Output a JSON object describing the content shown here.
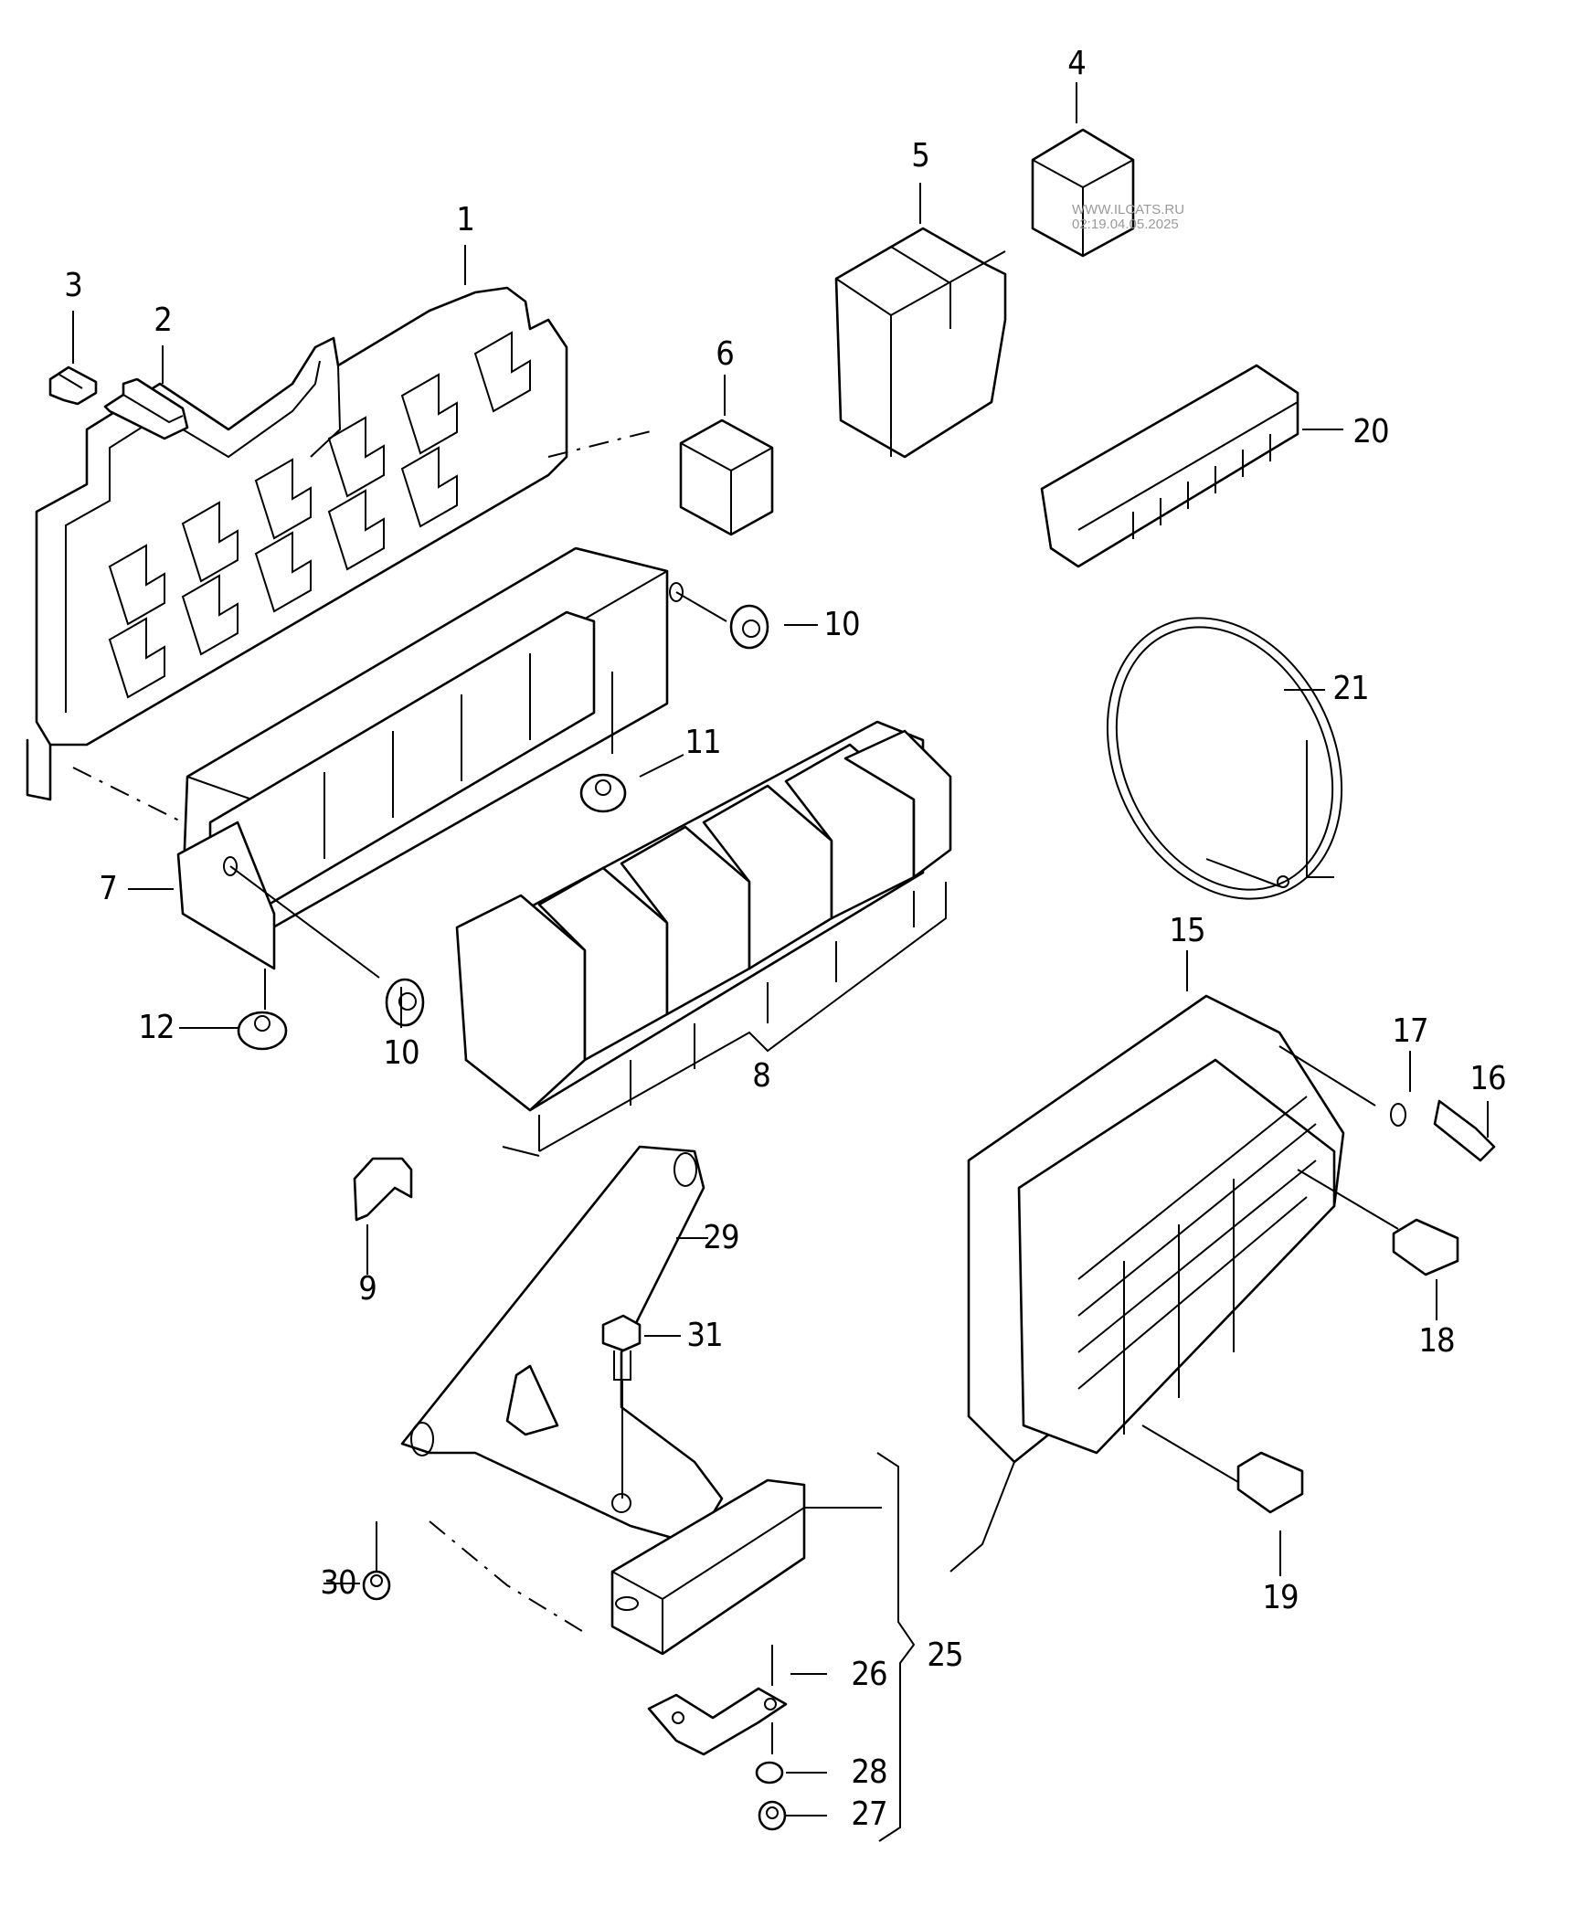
{
  "diagram": {
    "title": "Fuse/relay carrier exploded parts diagram",
    "watermark": {
      "line1": "WWW.ILCATS.RU",
      "line2": "02:19.04.05.2025"
    },
    "labels": [
      {
        "id": "1",
        "text": "1",
        "part": "relay-plate"
      },
      {
        "id": "2",
        "text": "2",
        "part": "fuse"
      },
      {
        "id": "3",
        "text": "3",
        "part": "fuse-small"
      },
      {
        "id": "4",
        "text": "4",
        "part": "relay-9pin"
      },
      {
        "id": "5",
        "text": "5",
        "part": "double-relay"
      },
      {
        "id": "6",
        "text": "6",
        "part": "relay-small"
      },
      {
        "id": "7",
        "text": "7",
        "part": "relay-carrier"
      },
      {
        "id": "8",
        "text": "8",
        "part": "relay-set"
      },
      {
        "id": "9",
        "text": "9",
        "part": "bracket"
      },
      {
        "id": "10a",
        "text": "10",
        "part": "flange-nut-upper"
      },
      {
        "id": "10b",
        "text": "10",
        "part": "flange-nut-lower"
      },
      {
        "id": "11",
        "text": "11",
        "part": "hex-nut-upper"
      },
      {
        "id": "12",
        "text": "12",
        "part": "hex-nut-lower"
      },
      {
        "id": "15",
        "text": "15",
        "part": "fuse-box-housing"
      },
      {
        "id": "16",
        "text": "16",
        "part": "bolt"
      },
      {
        "id": "17",
        "text": "17",
        "part": "washer-clip"
      },
      {
        "id": "18",
        "text": "18",
        "part": "fuse-upper"
      },
      {
        "id": "19",
        "text": "19",
        "part": "fuse-lower"
      },
      {
        "id": "20",
        "text": "20",
        "part": "fuse-strip"
      },
      {
        "id": "21",
        "text": "21",
        "part": "wiring-harness"
      },
      {
        "id": "25",
        "text": "25",
        "part": "control-unit-assembly"
      },
      {
        "id": "26",
        "text": "26",
        "part": "ground-strap"
      },
      {
        "id": "27",
        "text": "27",
        "part": "nut"
      },
      {
        "id": "28",
        "text": "28",
        "part": "lock-washer"
      },
      {
        "id": "29",
        "text": "29",
        "part": "mounting-bracket"
      },
      {
        "id": "30",
        "text": "30",
        "part": "nut-flange"
      },
      {
        "id": "31",
        "text": "31",
        "part": "screw"
      }
    ]
  }
}
